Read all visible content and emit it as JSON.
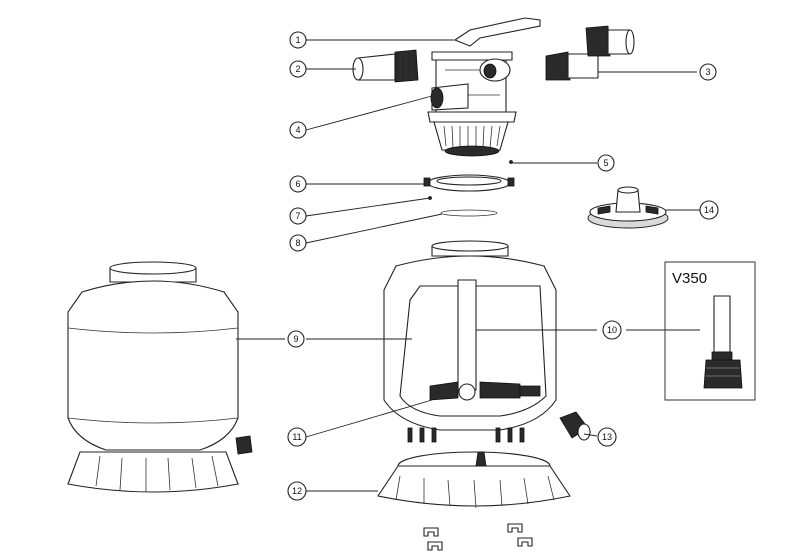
{
  "diagram": {
    "callouts": [
      "1",
      "2",
      "3",
      "4",
      "5",
      "6",
      "7",
      "8",
      "9",
      "10",
      "11",
      "12",
      "13",
      "14"
    ],
    "inset_label": "V350"
  }
}
